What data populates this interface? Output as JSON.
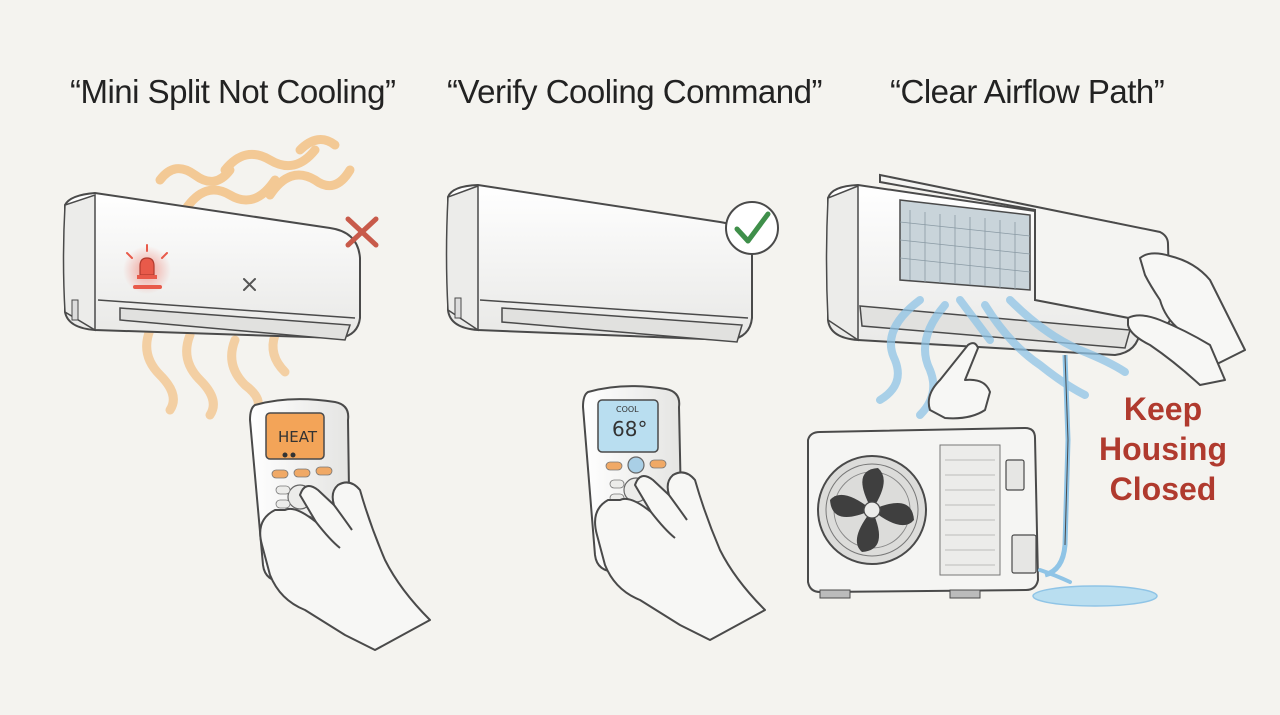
{
  "panels": [
    {
      "title": "“Mini Split Not Cooling”",
      "remote_display": "HEAT",
      "status_icon": "x-mark-icon",
      "status_color": "#c85a4a"
    },
    {
      "title": "“Verify Cooling Command”",
      "remote_display_mode": "COOL",
      "remote_display": "68°",
      "status_icon": "check-mark-icon",
      "status_color": "#3f8f4a"
    },
    {
      "title": "“Clear Airflow Path”",
      "warning_lines": [
        "Keep",
        "Housing",
        "Closed"
      ],
      "warning_color": "#b03a2e"
    }
  ],
  "colors": {
    "background": "#f4f3ef",
    "heat": "#f3b366",
    "airflow": "#8fc4e6",
    "remote_heat_screen": "#f3a458",
    "remote_cool_screen": "#b9def0",
    "outline": "#4a4a4a"
  }
}
